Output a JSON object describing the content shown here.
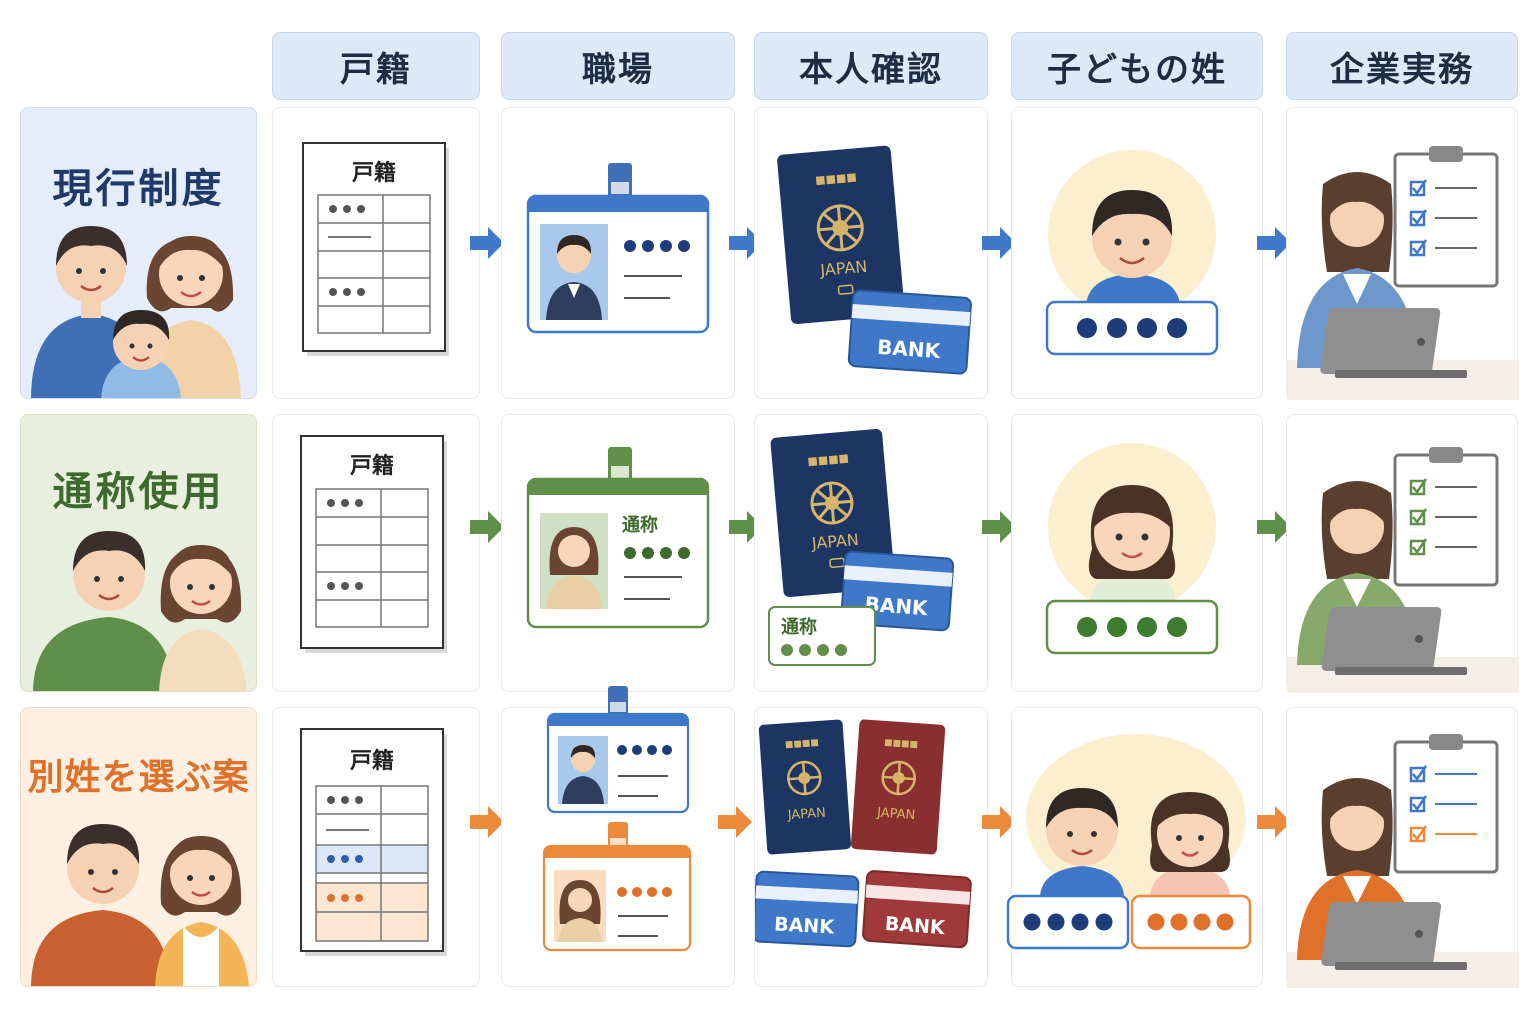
{
  "columns": [
    "戸籍",
    "職場",
    "本人確認",
    "子どもの姓",
    "企業実務"
  ],
  "rows": [
    {
      "label": "現行制度",
      "color": "#1f3a68",
      "bg": "#e4edf9",
      "koseki_title": "戸籍",
      "bank_label": "BANK",
      "passport_label": "JAPAN"
    },
    {
      "label": "通称使用",
      "color": "#3d6b2d",
      "bg": "#e9efdf",
      "koseki_title": "戸籍",
      "id_alias": "通称",
      "alias_card": "通称",
      "bank_label": "BANK",
      "passport_label": "JAPAN"
    },
    {
      "label": "別姓を選ぶ案",
      "color": "#e0712b",
      "bg": "#fdf0e3",
      "koseki_title": "戸籍",
      "bank_label_1": "BANK",
      "bank_label_2": "BANK",
      "passport_label_1": "JAPAN",
      "passport_label_2": "JAPAN"
    }
  ],
  "colors": {
    "blue": "#3f78c8",
    "green": "#5f8f48",
    "orange": "#ec8a3c",
    "red": "#9b3838",
    "navy": "#1d3563"
  }
}
